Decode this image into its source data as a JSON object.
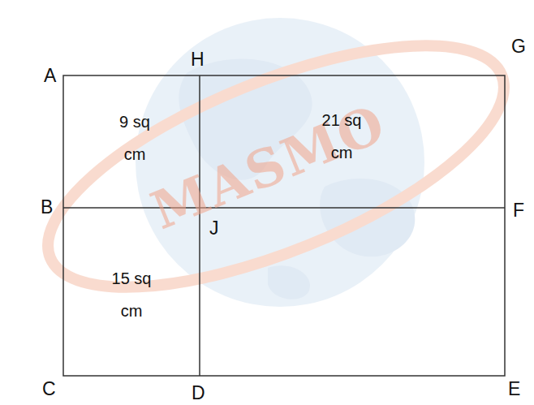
{
  "diagram": {
    "nodes": [
      {
        "text": [
          "9 sq cm"
        ]
      },
      {
        "text": [
          "21 sq cm"
        ]
      },
      {
        "text": [
          "15 sq cm"
        ]
      }
    ],
    "labels": [
      "A",
      "H",
      "G",
      "B",
      "F",
      "J",
      "C",
      "D",
      "E",
      "MASMO"
    ]
  }
}
